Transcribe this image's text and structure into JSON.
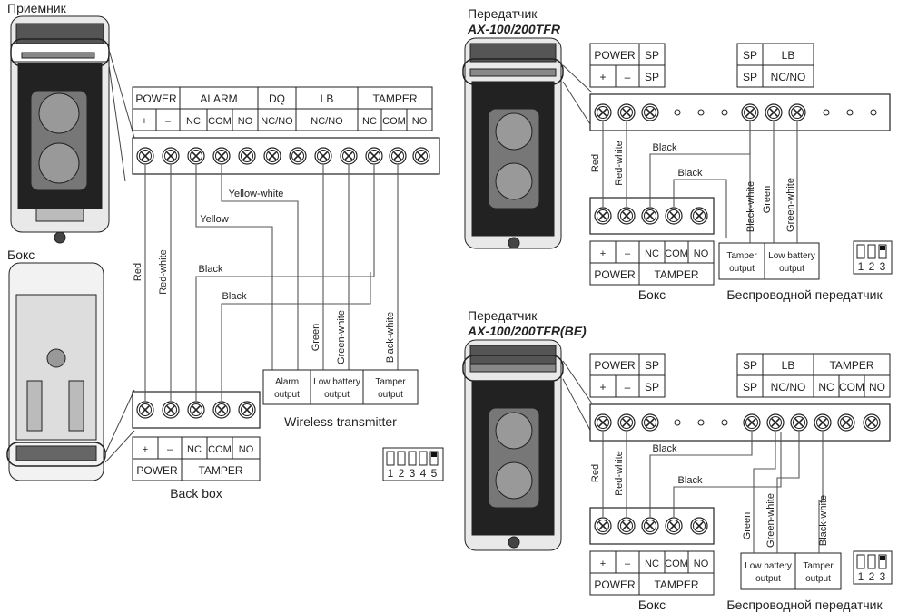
{
  "receiver": {
    "title": "Приемник",
    "box_title": "Бокс",
    "header_top": [
      "POWER",
      "ALARM",
      "DQ",
      "LB",
      "TAMPER"
    ],
    "header_bottom": [
      "+",
      "–",
      "NC",
      "COM",
      "NO",
      "NC/NO",
      "NC/NO",
      "NC",
      "COM",
      "NO"
    ],
    "wires": [
      "Red",
      "Red-white",
      "Yellow",
      "Yellow-white",
      "Black",
      "Black",
      "Green",
      "Green-white",
      "Black-white"
    ],
    "outputs": [
      "Alarm output",
      "Low battery output",
      "Tamper output"
    ],
    "wireless_label": "Wireless transmitter",
    "box_top": [
      "+",
      "–",
      "NC",
      "COM",
      "NO"
    ],
    "box_bottom": [
      "POWER",
      "TAMPER"
    ],
    "box_label": "Back box",
    "dip_numbers": [
      "1",
      "2",
      "3",
      "4",
      "5"
    ]
  },
  "tx1": {
    "title": "Передатчик",
    "model": "AX-100/200TFR",
    "left_top": [
      "POWER",
      "SP"
    ],
    "left_bottom": [
      "+",
      "–",
      "SP"
    ],
    "right_top": [
      "SP",
      "LB"
    ],
    "right_bottom": [
      "SP",
      "NC/NO"
    ],
    "wires": [
      "Red",
      "Red-white",
      "Black",
      "Black",
      "Black-white",
      "Green",
      "Green-white"
    ],
    "box_top": [
      "+",
      "–",
      "NC",
      "COM",
      "NO"
    ],
    "box_bottom": [
      "POWER",
      "TAMPER"
    ],
    "outputs": [
      "Tamper output",
      "Low battery output"
    ],
    "box_label": "Бокс",
    "wireless_label": "Беспроводной передатчик",
    "dip_numbers": [
      "1",
      "2",
      "3"
    ]
  },
  "tx2": {
    "title": "Передатчик",
    "model": "AX-100/200TFR(BE)",
    "left_top": [
      "POWER",
      "SP"
    ],
    "left_bottom": [
      "+",
      "–",
      "SP"
    ],
    "right_top": [
      "SP",
      "LB",
      "TAMPER"
    ],
    "right_bottom": [
      "SP",
      "NC/NO",
      "NC",
      "COM",
      "NO"
    ],
    "wires": [
      "Red",
      "Red-white",
      "Black",
      "Black",
      "Green",
      "Green-white",
      "Black-white"
    ],
    "box_top": [
      "+",
      "–",
      "NC",
      "COM",
      "NO"
    ],
    "box_bottom": [
      "POWER",
      "TAMPER"
    ],
    "outputs": [
      "Low battery output",
      "Tamper output"
    ],
    "box_label": "Бокс",
    "wireless_label": "Беспроводной передатчик",
    "dip_numbers": [
      "1",
      "2",
      "3"
    ]
  }
}
